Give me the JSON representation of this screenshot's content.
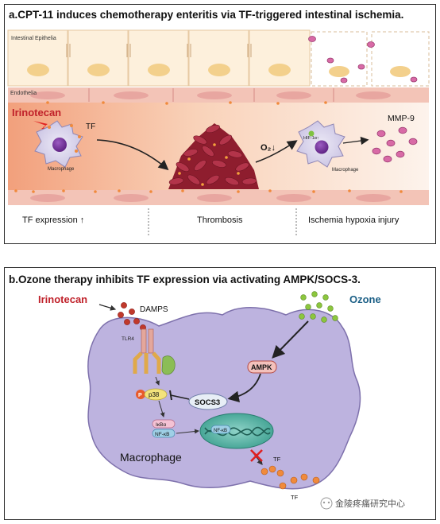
{
  "panel_a": {
    "title": "a.CPT-11 induces chemotherapy enteritis via TF-triggered intestinal ischemia.",
    "epithelia_label": "Intestinal Epithelia",
    "endothelia_label": "Endothelia",
    "drug_label": "Irinotecan",
    "tf_label": "TF",
    "macrophage_label_1": "Macrophage",
    "macrophage_label_2": "Macrophage",
    "o2_label": "O₂↓",
    "hif_label": "HIF-1α↑",
    "mmp_label": "MMP-9",
    "stages": [
      "TF expression ↑",
      "Thrombosis",
      "Ischemia  hypoxia  injury"
    ]
  },
  "panel_b": {
    "title": "b.Ozone therapy inhibits TF expression via activating AMPK/SOCS-3.",
    "drug_label": "Irinotecan",
    "damps_label": "DAMPS",
    "ozone_label": "Ozone",
    "tlr4_label": "TLR4",
    "ampk_label": "AMPK",
    "p_label": "P",
    "p38_label": "p38",
    "socs3_label": "SOCS3",
    "ikba_label": "IκBα",
    "nfkb_label": "NF-κB",
    "nfkb_label_2": "NF-κB",
    "macrophage_label": "Macrophage",
    "tf_label_1": "TF",
    "tf_label_2": "TF"
  },
  "watermark": "金陵疼痛研究中心",
  "colors": {
    "vessel_left": "#f2a07c",
    "vessel_right": "#fdf3ec",
    "rbc": "#a42a3b",
    "macrophage": "#ccc6e5",
    "nucleus": "#6e2a91",
    "cell_body": "#b9b0dd",
    "irinotecan": "#c0212a",
    "ozone_text": "#1b5f86",
    "ozone_dot": "#8cc63e",
    "mmp": "#d86aa6"
  }
}
